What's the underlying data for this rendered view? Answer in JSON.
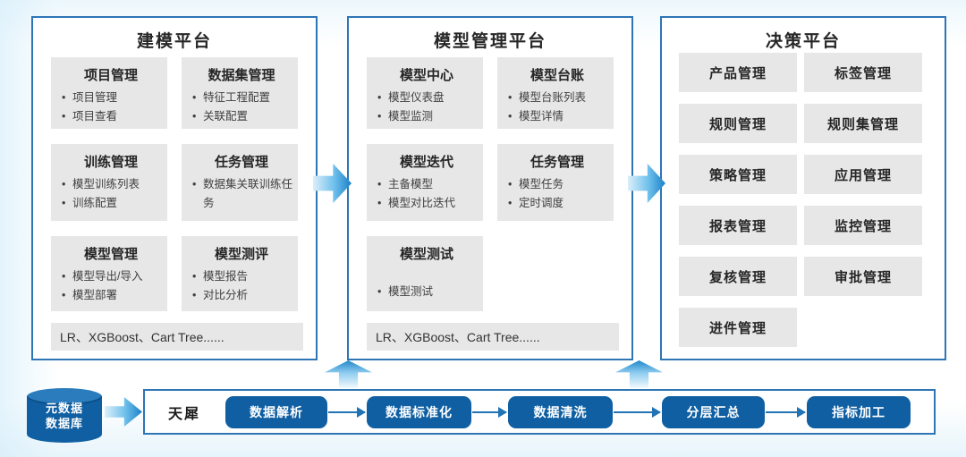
{
  "colors": {
    "panel_border": "#2e75b6",
    "module_bg": "#e7e7e7",
    "node_blue": "#0f5fa2",
    "arrow_gradient_light": "#dbeffa",
    "arrow_gradient_dark": "#1a80c6",
    "title_text": "#262626",
    "body_text": "#404040"
  },
  "panels": [
    {
      "title": "建模平台",
      "modules": [
        {
          "title": "项目管理",
          "items": [
            "项目管理",
            "项目查看"
          ]
        },
        {
          "title": "数据集管理",
          "items": [
            "特征工程配置",
            "关联配置"
          ]
        },
        {
          "title": "训练管理",
          "items": [
            "模型训练列表",
            "训练配置"
          ]
        },
        {
          "title": "任务管理",
          "items": [
            "数据集关联训练任务"
          ]
        },
        {
          "title": "模型管理",
          "items": [
            "模型导出/导入",
            "模型部署"
          ]
        },
        {
          "title": "模型测评",
          "items": [
            "模型报告",
            "对比分析"
          ]
        }
      ],
      "footer": "LR、XGBoost、Cart Tree......"
    },
    {
      "title": "模型管理平台",
      "modules": [
        {
          "title": "模型中心",
          "items": [
            "模型仪表盘",
            "模型监测"
          ]
        },
        {
          "title": "模型台账",
          "items": [
            "模型台账列表",
            "模型详情"
          ]
        },
        {
          "title": "模型迭代",
          "items": [
            "主备模型",
            "模型对比迭代"
          ]
        },
        {
          "title": "任务管理",
          "items": [
            "模型任务",
            "定时调度"
          ]
        },
        {
          "title": "模型测试",
          "items": [
            "模型测试"
          ]
        }
      ],
      "footer": "LR、XGBoost、Cart Tree......"
    },
    {
      "title": "决策平台",
      "boxes": [
        "产品管理",
        "标签管理",
        "规则管理",
        "规则集管理",
        "策略管理",
        "应用管理",
        "报表管理",
        "监控管理",
        "复核管理",
        "审批管理",
        "进件管理"
      ]
    }
  ],
  "bottom": {
    "database": {
      "line1": "元数据",
      "line2": "数据库"
    },
    "engine_label": "天犀",
    "steps": [
      "数据解析",
      "数据标准化",
      "数据清洗",
      "分层汇总",
      "指标加工"
    ]
  }
}
